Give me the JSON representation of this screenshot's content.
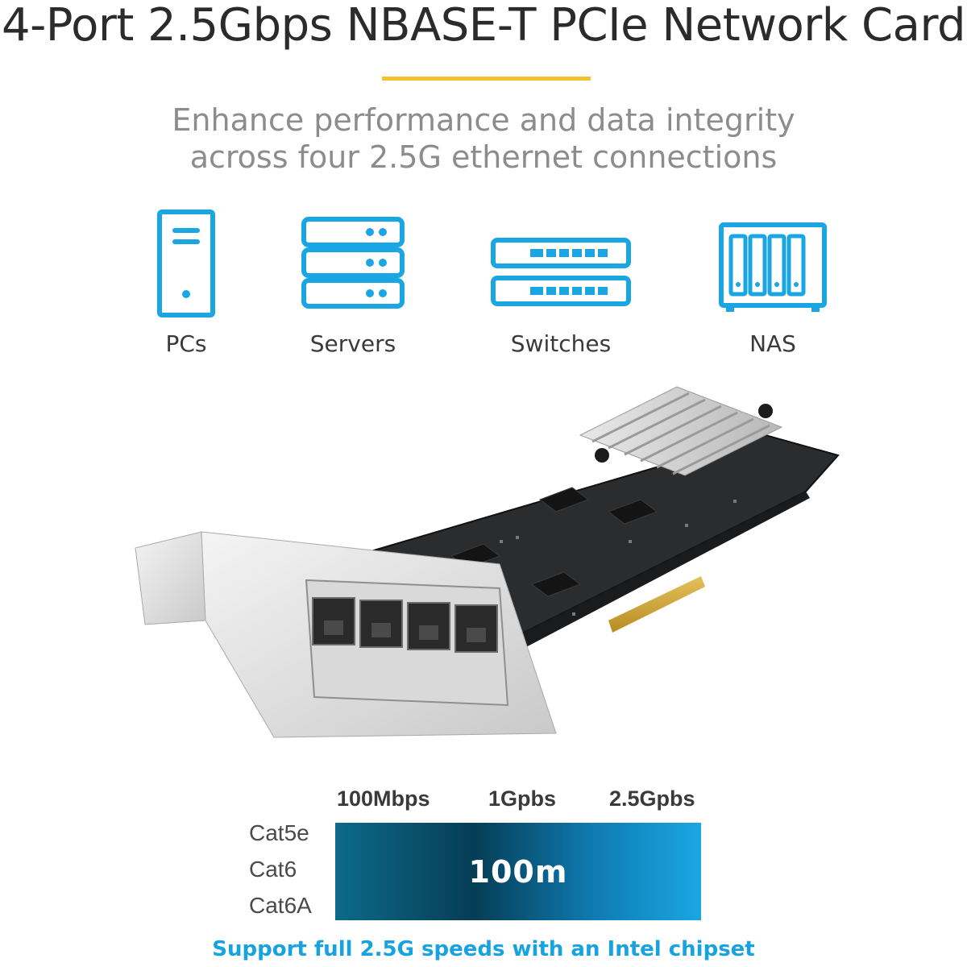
{
  "header": {
    "title": "4-Port 2.5Gbps NBASE-T PCIe Network Card",
    "subtitle_line1": "Enhance performance and data integrity",
    "subtitle_line2": "across four 2.5G ethernet connections"
  },
  "devices": [
    {
      "label": "PCs",
      "icon": "pc-tower-icon"
    },
    {
      "label": "Servers",
      "icon": "server-rack-icon"
    },
    {
      "label": "Switches",
      "icon": "network-switch-icon"
    },
    {
      "label": "NAS",
      "icon": "nas-icon"
    }
  ],
  "product_image": {
    "icon": "pcie-network-card-photo"
  },
  "speed_table": {
    "speeds": [
      "100Mbps",
      "1Gpbs",
      "2.5Gpbs"
    ],
    "cables": [
      "Cat5e",
      "Cat6",
      "Cat6A"
    ],
    "distance": "100m"
  },
  "footer": {
    "text": "Support full 2.5G speeds with an Intel chipset"
  },
  "colors": {
    "accent_yellow": "#f2c230",
    "icon_blue": "#1aa6e2",
    "bar_dark": "#063d55"
  }
}
